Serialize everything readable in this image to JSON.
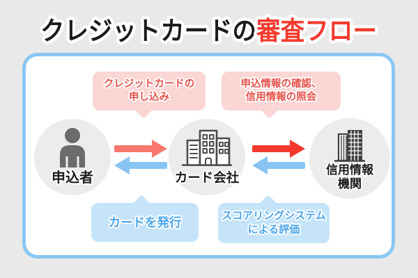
{
  "title": {
    "part1": "クレジットカードの",
    "part2": "審査フロー"
  },
  "flow": {
    "bubbles": {
      "top_left": {
        "line1": "クレジットカードの",
        "line2": "申し込み"
      },
      "top_right": {
        "line1": "申込情報の確認、",
        "line2": "信用情報の照会"
      },
      "bottom_left": {
        "line1": "カードを発行"
      },
      "bottom_right": {
        "line1": "スコアリングシステム",
        "line2": "による評価"
      }
    },
    "nodes": {
      "applicant": {
        "label": "申込者",
        "icon": "person-icon"
      },
      "card_company": {
        "label": "カード会社",
        "icon": "office-building-icon"
      },
      "credit_agency": {
        "label_line1": "信用情報",
        "label_line2": "機関",
        "icon": "skyscraper-icon"
      }
    },
    "arrows": [
      {
        "from": "applicant",
        "to": "card_company",
        "direction": "right",
        "color": "#f8776d"
      },
      {
        "from": "card_company",
        "to": "applicant",
        "direction": "left",
        "color": "#88c5f4"
      },
      {
        "from": "card_company",
        "to": "credit_agency",
        "direction": "right",
        "color": "#f2392c"
      },
      {
        "from": "credit_agency",
        "to": "card_company",
        "direction": "left",
        "color": "#88c5f4"
      }
    ]
  },
  "colors": {
    "page_bg": "#e9e9e9",
    "title_text": "#1b1b1b",
    "title_accent": "#f23b2e",
    "panel_bg": "#ffffff",
    "panel_border": "#8ac7f3",
    "pink_bubble_bg": "#fad6d4",
    "pink_bubble_text": "#e5514a",
    "blue_bubble_bg": "#c5e4f9",
    "blue_bubble_text": "#4da5e9",
    "node_circle_bg": "#ececec",
    "icon_gray": "#6b6b6b",
    "node_label_text": "#1b1b1b"
  }
}
